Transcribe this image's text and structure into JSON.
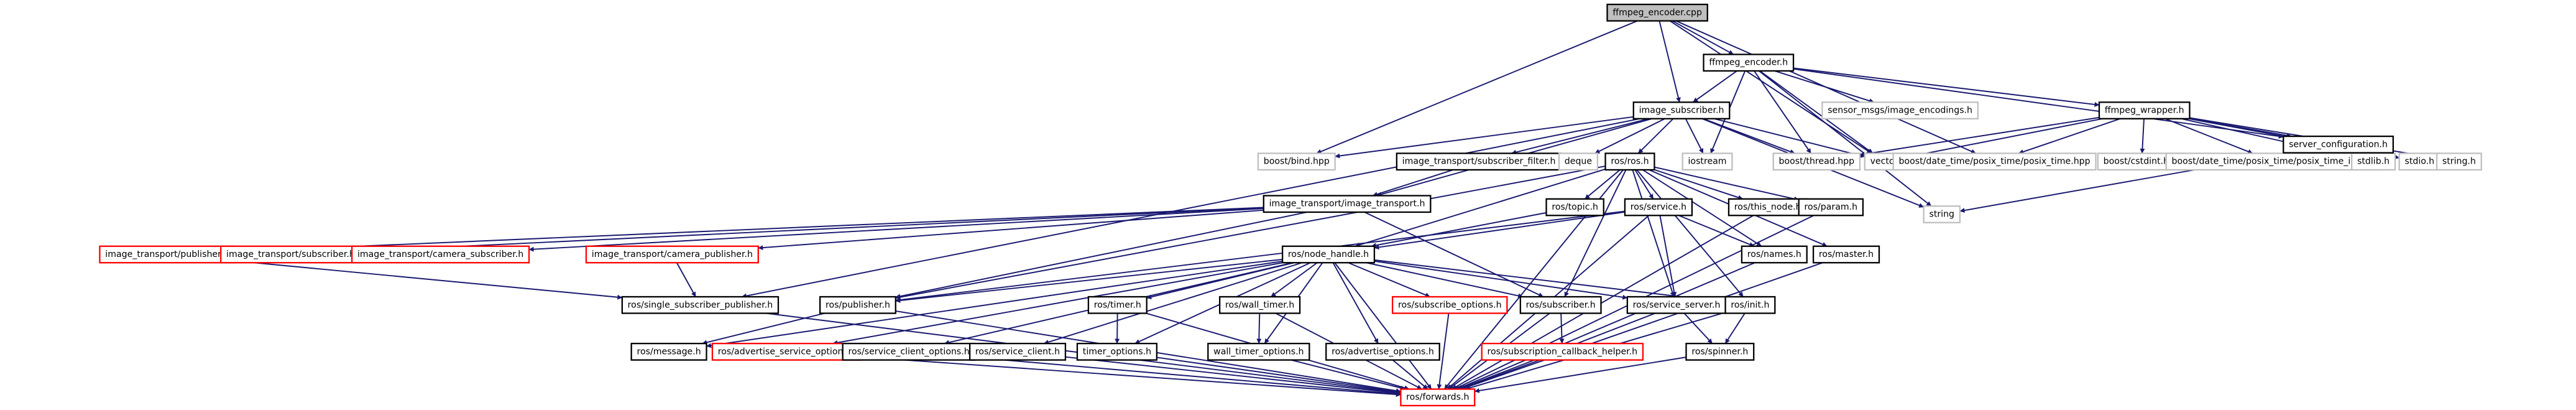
{
  "title": "ffmpeg_encoder.cpp",
  "colors": {
    "edge": "#191970",
    "box": "#000000",
    "missing_box": "#bfbfbf",
    "red_box": "#ff0000",
    "root_fill": "#bfbfbf",
    "text": "#000000"
  },
  "nodes": [
    {
      "id": "ffmpeg_encoder_cpp",
      "label": "ffmpeg_encoder.cpp",
      "style": "root"
    },
    {
      "id": "ffmpeg_encoder_h",
      "label": "ffmpeg_encoder.h",
      "style": "normal"
    },
    {
      "id": "image_subscriber_h",
      "label": "image_subscriber.h",
      "style": "normal"
    },
    {
      "id": "boost_bind_hpp",
      "label": "boost/bind.hpp",
      "style": "missing"
    },
    {
      "id": "image_transport_subscriber_filter_h",
      "label": "image_transport/subscriber_filter.h",
      "style": "normal"
    },
    {
      "id": "deque",
      "label": "deque",
      "style": "missing"
    },
    {
      "id": "ros_ros_h",
      "label": "ros/ros.h",
      "style": "normal"
    },
    {
      "id": "iostream",
      "label": "iostream",
      "style": "missing"
    },
    {
      "id": "boost_thread_hpp",
      "label": "boost/thread.hpp",
      "style": "missing"
    },
    {
      "id": "vector",
      "label": "vector",
      "style": "missing"
    },
    {
      "id": "sensor_msgs_image_encodings_h",
      "label": "sensor_msgs/image_encodings.h",
      "style": "missing"
    },
    {
      "id": "ffmpeg_wrapper_h",
      "label": "ffmpeg_wrapper.h",
      "style": "normal"
    },
    {
      "id": "boost_date_time_posix_time_hpp",
      "label": "boost/date_time/posix_time/posix_time.hpp",
      "style": "missing"
    },
    {
      "id": "boost_cstdint_hpp",
      "label": "boost/cstdint.hpp",
      "style": "missing"
    },
    {
      "id": "boost_date_time_posix_time_io_hpp",
      "label": "boost/date_time/posix_time/posix_time_io.hpp",
      "style": "missing"
    },
    {
      "id": "stdlib_h",
      "label": "stdlib.h",
      "style": "missing"
    },
    {
      "id": "stdio_h",
      "label": "stdio.h",
      "style": "missing"
    },
    {
      "id": "string_h",
      "label": "string.h",
      "style": "missing"
    },
    {
      "id": "server_configuration_h",
      "label": "server_configuration.h",
      "style": "normal"
    },
    {
      "id": "string",
      "label": "string",
      "style": "missing"
    },
    {
      "id": "image_transport_image_transport_h",
      "label": "image_transport/image_transport.h",
      "style": "normal"
    },
    {
      "id": "ros_topic_h",
      "label": "ros/topic.h",
      "style": "normal"
    },
    {
      "id": "ros_service_h",
      "label": "ros/service.h",
      "style": "normal"
    },
    {
      "id": "ros_this_node_h",
      "label": "ros/this_node.h",
      "style": "normal"
    },
    {
      "id": "ros_param_h",
      "label": "ros/param.h",
      "style": "normal"
    },
    {
      "id": "image_transport_publisher_h",
      "label": "image_transport/publisher.h",
      "style": "red"
    },
    {
      "id": "image_transport_subscriber_h",
      "label": "image_transport/subscriber.h",
      "style": "red"
    },
    {
      "id": "image_transport_camera_subscriber_h",
      "label": "image_transport/camera_subscriber.h",
      "style": "red"
    },
    {
      "id": "image_transport_camera_publisher_h",
      "label": "image_transport/camera_publisher.h",
      "style": "red"
    },
    {
      "id": "ros_node_handle_h",
      "label": "ros/node_handle.h",
      "style": "normal"
    },
    {
      "id": "ros_names_h",
      "label": "ros/names.h",
      "style": "normal"
    },
    {
      "id": "ros_master_h",
      "label": "ros/master.h",
      "style": "normal"
    },
    {
      "id": "ros_single_subscriber_publisher_h",
      "label": "ros/single_subscriber_publisher.h",
      "style": "normal"
    },
    {
      "id": "ros_publisher_h",
      "label": "ros/publisher.h",
      "style": "normal"
    },
    {
      "id": "ros_timer_h",
      "label": "ros/timer.h",
      "style": "normal"
    },
    {
      "id": "ros_wall_timer_h",
      "label": "ros/wall_timer.h",
      "style": "normal"
    },
    {
      "id": "ros_subscribe_options_h",
      "label": "ros/subscribe_options.h",
      "style": "red"
    },
    {
      "id": "ros_subscriber_h",
      "label": "ros/subscriber.h",
      "style": "normal"
    },
    {
      "id": "ros_service_server_h",
      "label": "ros/service_server.h",
      "style": "normal"
    },
    {
      "id": "ros_init_h",
      "label": "ros/init.h",
      "style": "normal"
    },
    {
      "id": "ros_message_h",
      "label": "ros/message.h",
      "style": "normal"
    },
    {
      "id": "ros_advertise_service_options_h",
      "label": "ros/advertise_service_options.h",
      "style": "red"
    },
    {
      "id": "ros_service_client_options_h",
      "label": "ros/service_client_options.h",
      "style": "normal"
    },
    {
      "id": "ros_service_client_h",
      "label": "ros/service_client.h",
      "style": "normal"
    },
    {
      "id": "timer_options_h",
      "label": "timer_options.h",
      "style": "normal"
    },
    {
      "id": "wall_timer_options_h",
      "label": "wall_timer_options.h",
      "style": "normal"
    },
    {
      "id": "ros_advertise_options_h",
      "label": "ros/advertise_options.h",
      "style": "normal"
    },
    {
      "id": "ros_subscription_callback_helper_h",
      "label": "ros/subscription_callback_helper.h",
      "style": "red"
    },
    {
      "id": "ros_spinner_h",
      "label": "ros/spinner.h",
      "style": "normal"
    },
    {
      "id": "ros_forwards_h",
      "label": "ros/forwards.h",
      "style": "red"
    }
  ],
  "edges": [
    [
      "ffmpeg_encoder_cpp",
      "ffmpeg_encoder_h"
    ],
    [
      "ffmpeg_encoder_cpp",
      "image_subscriber_h"
    ],
    [
      "ffmpeg_encoder_cpp",
      "boost_bind_hpp"
    ],
    [
      "ffmpeg_encoder_cpp",
      "vector"
    ],
    [
      "ffmpeg_encoder_cpp",
      "boost_date_time_posix_time_hpp"
    ],
    [
      "ffmpeg_encoder_h",
      "image_subscriber_h"
    ],
    [
      "ffmpeg_encoder_h",
      "sensor_msgs_image_encodings_h"
    ],
    [
      "ffmpeg_encoder_h",
      "ffmpeg_wrapper_h"
    ],
    [
      "ffmpeg_encoder_h",
      "iostream"
    ],
    [
      "ffmpeg_encoder_h",
      "boost_thread_hpp"
    ],
    [
      "ffmpeg_encoder_h",
      "vector"
    ],
    [
      "ffmpeg_encoder_h",
      "server_configuration_h"
    ],
    [
      "ffmpeg_encoder_h",
      "string"
    ],
    [
      "image_subscriber_h",
      "boost_bind_hpp"
    ],
    [
      "image_subscriber_h",
      "image_transport_subscriber_filter_h"
    ],
    [
      "image_subscriber_h",
      "deque"
    ],
    [
      "image_subscriber_h",
      "ros_ros_h"
    ],
    [
      "image_subscriber_h",
      "iostream"
    ],
    [
      "image_subscriber_h",
      "boost_thread_hpp"
    ],
    [
      "image_subscriber_h",
      "vector"
    ],
    [
      "image_subscriber_h",
      "image_transport_image_transport_h"
    ],
    [
      "image_subscriber_h",
      "ros_single_subscriber_publisher_h"
    ],
    [
      "image_subscriber_h",
      "string"
    ],
    [
      "image_transport_subscriber_filter_h",
      "image_transport_image_transport_h"
    ],
    [
      "ffmpeg_wrapper_h",
      "boost_thread_hpp"
    ],
    [
      "ffmpeg_wrapper_h",
      "vector"
    ],
    [
      "ffmpeg_wrapper_h",
      "boost_date_time_posix_time_hpp"
    ],
    [
      "ffmpeg_wrapper_h",
      "boost_cstdint_hpp"
    ],
    [
      "ffmpeg_wrapper_h",
      "boost_date_time_posix_time_io_hpp"
    ],
    [
      "ffmpeg_wrapper_h",
      "stdlib_h"
    ],
    [
      "ffmpeg_wrapper_h",
      "stdio_h"
    ],
    [
      "ffmpeg_wrapper_h",
      "string_h"
    ],
    [
      "ffmpeg_wrapper_h",
      "server_configuration_h"
    ],
    [
      "server_configuration_h",
      "string"
    ],
    [
      "ros_ros_h",
      "ros_topic_h"
    ],
    [
      "ros_ros_h",
      "ros_service_h"
    ],
    [
      "ros_ros_h",
      "ros_this_node_h"
    ],
    [
      "ros_ros_h",
      "ros_param_h"
    ],
    [
      "ros_ros_h",
      "ros_node_handle_h"
    ],
    [
      "ros_ros_h",
      "ros_names_h"
    ],
    [
      "ros_ros_h",
      "ros_master_h"
    ],
    [
      "ros_ros_h",
      "ros_publisher_h"
    ],
    [
      "ros_ros_h",
      "ros_subscriber_h"
    ],
    [
      "ros_ros_h",
      "ros_service_server_h"
    ],
    [
      "ros_ros_h",
      "ros_init_h"
    ],
    [
      "ros_ros_h",
      "ros_forwards_h"
    ],
    [
      "image_transport_image_transport_h",
      "image_transport_publisher_h"
    ],
    [
      "image_transport_image_transport_h",
      "image_transport_subscriber_h"
    ],
    [
      "image_transport_image_transport_h",
      "image_transport_camera_subscriber_h"
    ],
    [
      "image_transport_image_transport_h",
      "image_transport_camera_publisher_h"
    ],
    [
      "image_transport_image_transport_h",
      "ros_publisher_h"
    ],
    [
      "image_transport_image_transport_h",
      "ros_subscriber_h"
    ],
    [
      "image_transport_publisher_h",
      "ros_single_subscriber_publisher_h"
    ],
    [
      "image_transport_camera_publisher_h",
      "ros_single_subscriber_publisher_h"
    ],
    [
      "ros_topic_h",
      "ros_node_handle_h"
    ],
    [
      "ros_service_h",
      "ros_node_handle_h"
    ],
    [
      "ros_service_h",
      "ros_names_h"
    ],
    [
      "ros_service_h",
      "ros_service_server_h"
    ],
    [
      "ros_service_h",
      "ros_forwards_h"
    ],
    [
      "ros_service_h",
      "ros_publisher_h"
    ],
    [
      "ros_this_node_h",
      "ros_forwards_h"
    ],
    [
      "ros_param_h",
      "ros_forwards_h"
    ],
    [
      "ros_node_handle_h",
      "ros_publisher_h"
    ],
    [
      "ros_node_handle_h",
      "ros_timer_h"
    ],
    [
      "ros_node_handle_h",
      "ros_wall_timer_h"
    ],
    [
      "ros_node_handle_h",
      "ros_subscribe_options_h"
    ],
    [
      "ros_node_handle_h",
      "ros_subscriber_h"
    ],
    [
      "ros_node_handle_h",
      "ros_service_server_h"
    ],
    [
      "ros_node_handle_h",
      "ros_init_h"
    ],
    [
      "ros_node_handle_h",
      "ros_message_h"
    ],
    [
      "ros_node_handle_h",
      "ros_advertise_service_options_h"
    ],
    [
      "ros_node_handle_h",
      "ros_service_client_options_h"
    ],
    [
      "ros_node_handle_h",
      "ros_service_client_h"
    ],
    [
      "ros_node_handle_h",
      "timer_options_h"
    ],
    [
      "ros_node_handle_h",
      "wall_timer_options_h"
    ],
    [
      "ros_node_handle_h",
      "ros_advertise_options_h"
    ],
    [
      "ros_node_handle_h",
      "ros_forwards_h"
    ],
    [
      "ros_names_h",
      "ros_forwards_h"
    ],
    [
      "ros_master_h",
      "ros_forwards_h"
    ],
    [
      "ros_single_subscriber_publisher_h",
      "ros_forwards_h"
    ],
    [
      "ros_publisher_h",
      "ros_message_h"
    ],
    [
      "ros_publisher_h",
      "ros_forwards_h"
    ],
    [
      "ros_timer_h",
      "timer_options_h"
    ],
    [
      "ros_timer_h",
      "ros_forwards_h"
    ],
    [
      "ros_wall_timer_h",
      "wall_timer_options_h"
    ],
    [
      "ros_wall_timer_h",
      "ros_forwards_h"
    ],
    [
      "ros_subscribe_options_h",
      "ros_forwards_h"
    ],
    [
      "ros_subscriber_h",
      "ros_subscription_callback_helper_h"
    ],
    [
      "ros_subscriber_h",
      "ros_forwards_h"
    ],
    [
      "ros_service_server_h",
      "ros_spinner_h"
    ],
    [
      "ros_service_server_h",
      "ros_forwards_h"
    ],
    [
      "ros_init_h",
      "ros_spinner_h"
    ],
    [
      "ros_init_h",
      "ros_forwards_h"
    ],
    [
      "ros_advertise_service_options_h",
      "ros_forwards_h"
    ],
    [
      "ros_service_client_options_h",
      "ros_forwards_h"
    ],
    [
      "ros_service_client_h",
      "ros_forwards_h"
    ],
    [
      "timer_options_h",
      "ros_forwards_h"
    ],
    [
      "wall_timer_options_h",
      "ros_forwards_h"
    ],
    [
      "ros_advertise_options_h",
      "ros_forwards_h"
    ],
    [
      "ros_subscription_callback_helper_h",
      "ros_forwards_h"
    ],
    [
      "ros_spinner_h",
      "ros_forwards_h"
    ]
  ]
}
